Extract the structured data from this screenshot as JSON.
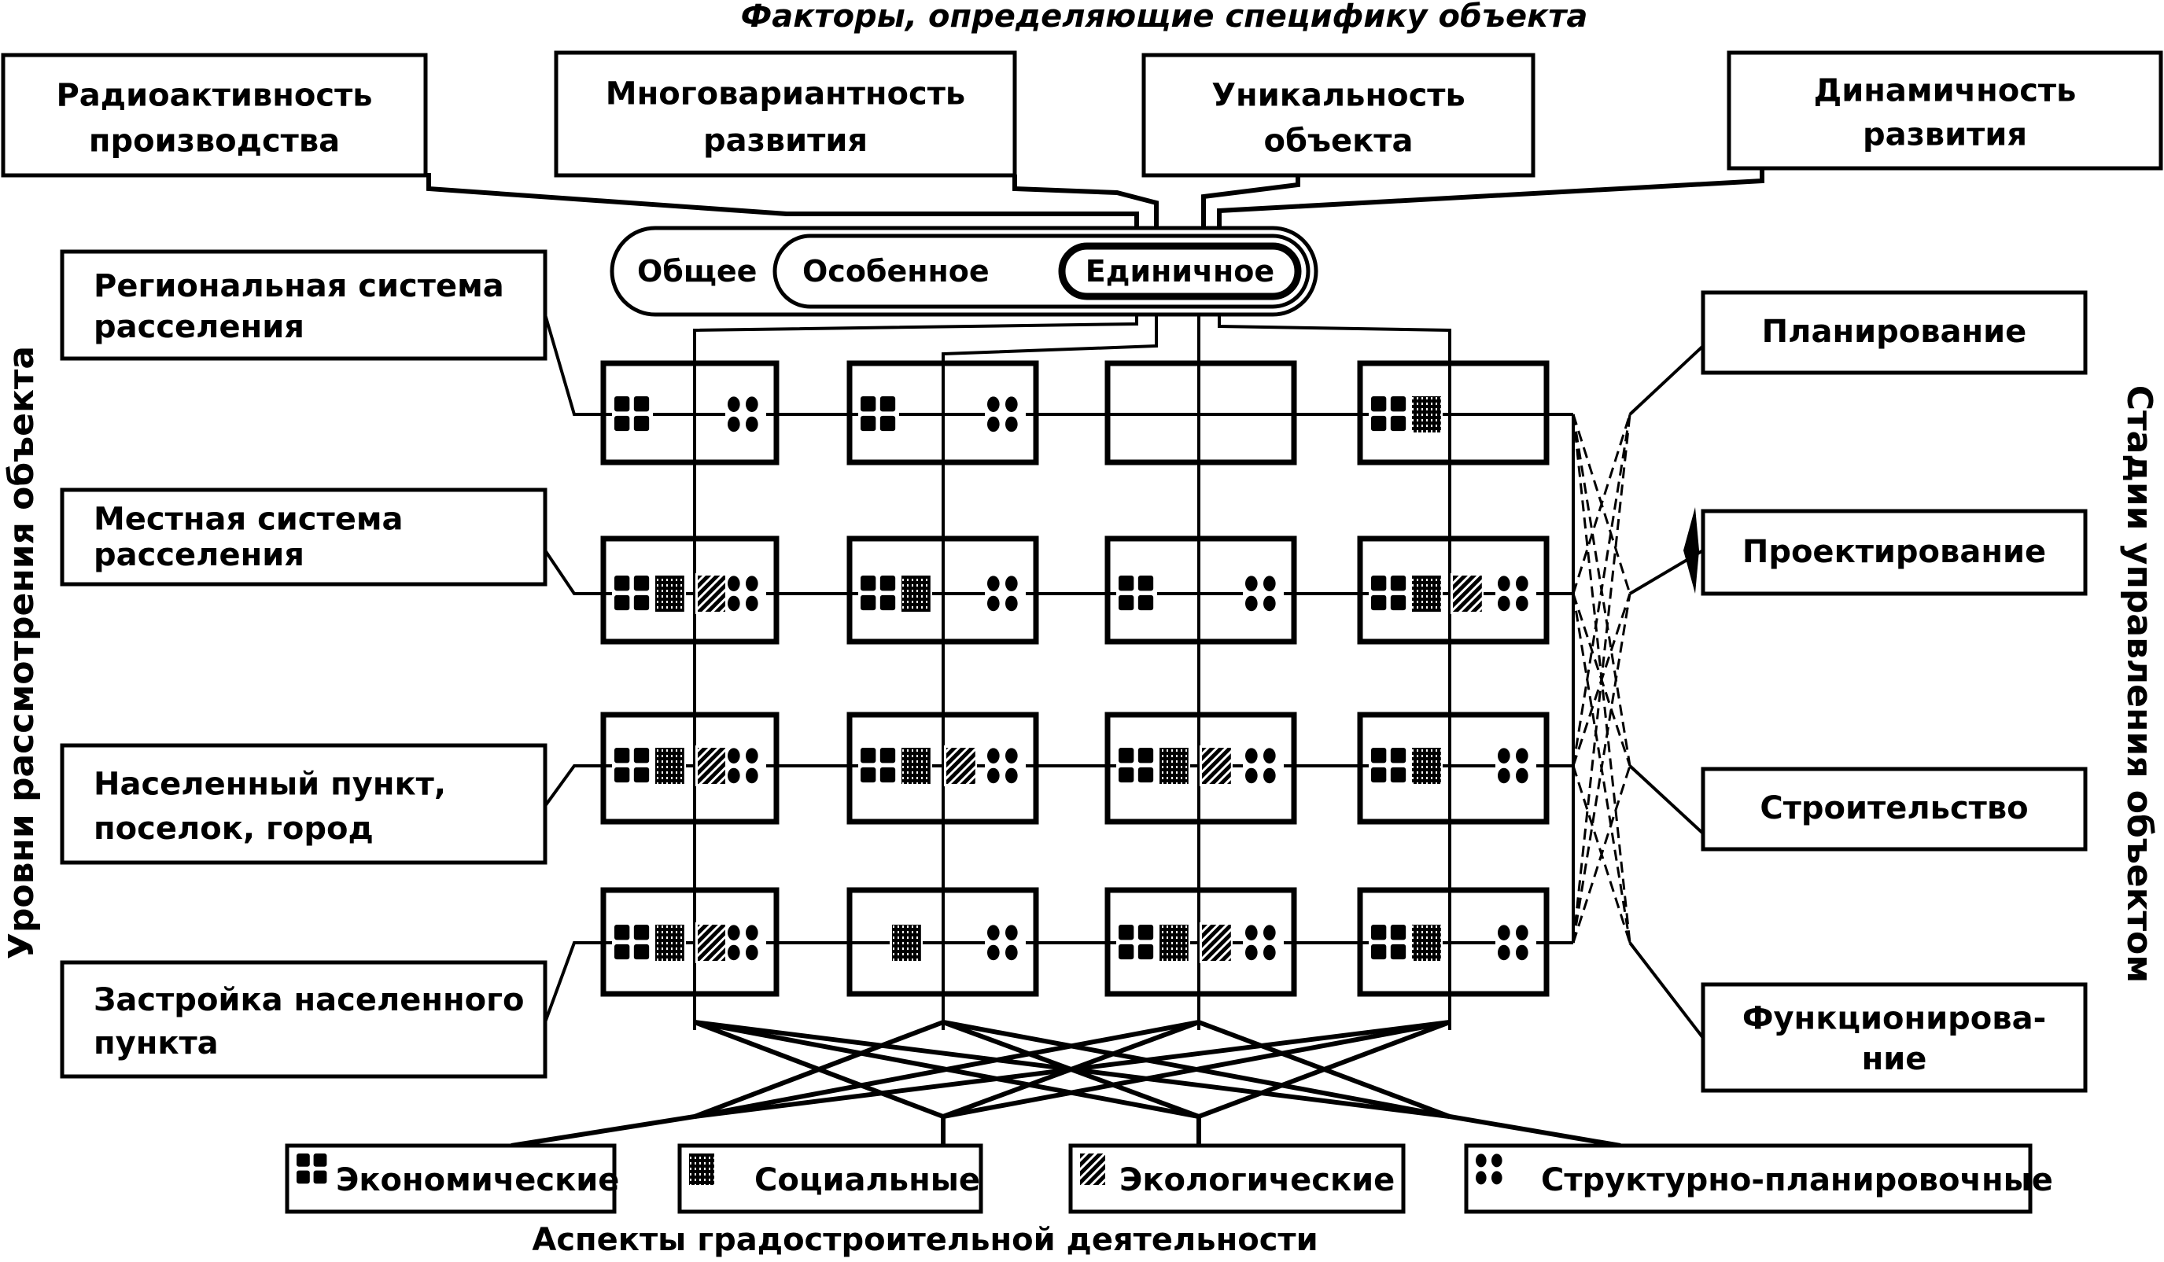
{
  "title_top": "Факторы, определяющие специфику объекта",
  "title_bottom": "Аспекты градостроительной деятельности",
  "title_left": "Уровни рассмотрения объекта",
  "title_right": "Стадии управления объектом",
  "factors": [
    {
      "line1": "Радиоактивность",
      "line2": "производства"
    },
    {
      "line1": "Многовариантность",
      "line2": "развития"
    },
    {
      "line1": "Уникальность",
      "line2": "объекта"
    },
    {
      "line1": "Динамичность",
      "line2": "развития"
    }
  ],
  "generality": {
    "general": "Общее",
    "special": "Особенное",
    "single": "Единичное"
  },
  "levels": [
    {
      "line1": "Региональная   система",
      "line2": "расселения"
    },
    {
      "line1": "Местная  система",
      "line2": "расселения"
    },
    {
      "line1": "Населенный  пункт,",
      "line2": "поселок, город"
    },
    {
      "line1": "Застройка  населенного",
      "line2": "пункта"
    }
  ],
  "stages": [
    {
      "line1": "Планирование",
      "line2": ""
    },
    {
      "line1": "Проектирование",
      "line2": ""
    },
    {
      "line1": "Строительство",
      "line2": ""
    },
    {
      "line1": "Функционирова-",
      "line2": "ние"
    }
  ],
  "aspects": [
    {
      "label": "Экономические",
      "icon": "economic-squares-icon"
    },
    {
      "label": "Социальные",
      "icon": "social-grid-icon"
    },
    {
      "label": "Экологические",
      "icon": "ecological-hatch-icon"
    },
    {
      "label": "Структурно-планировочные",
      "icon": "structural-dots-icon"
    }
  ],
  "matrix": {
    "legend": "E=экономические, S=социальные, C=экологические, P=структурно-планировочные",
    "rows": [
      [
        [
          "E",
          "P"
        ],
        [
          "E",
          "P"
        ],
        [],
        [
          "E",
          "S"
        ]
      ],
      [
        [
          "E",
          "S",
          "C",
          "P"
        ],
        [
          "E",
          "S",
          "P"
        ],
        [
          "E",
          "P"
        ],
        [
          "E",
          "S",
          "C",
          "P"
        ]
      ],
      [
        [
          "E",
          "S",
          "C",
          "P"
        ],
        [
          "E",
          "S",
          "C",
          "P"
        ],
        [
          "E",
          "S",
          "C",
          "P"
        ],
        [
          "E",
          "S",
          "P"
        ]
      ],
      [
        [
          "E",
          "S",
          "C",
          "P"
        ],
        [
          "S",
          "P"
        ],
        [
          "E",
          "S",
          "C",
          "P"
        ],
        [
          "E",
          "S",
          "P"
        ]
      ]
    ]
  }
}
